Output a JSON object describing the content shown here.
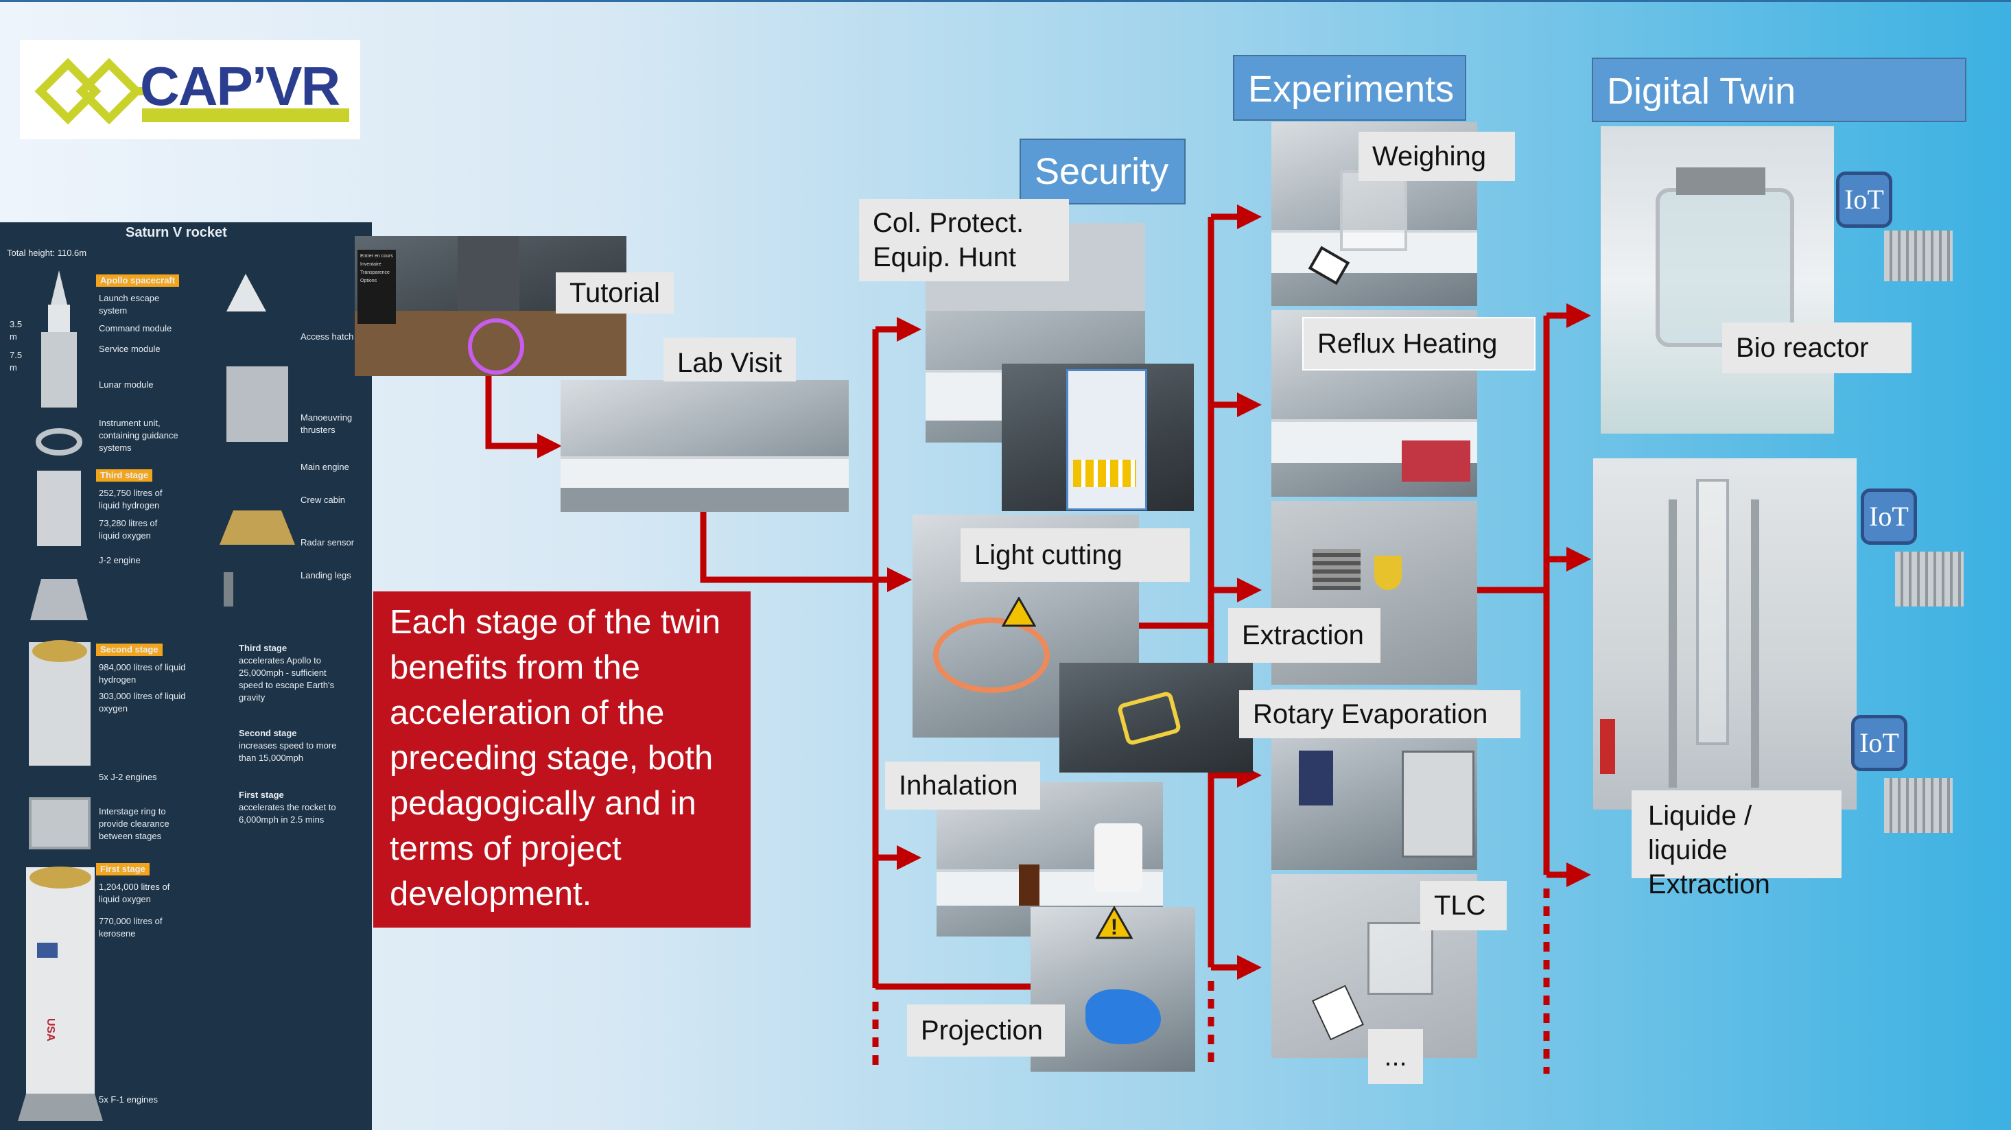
{
  "logo_text": "CAP’VR",
  "saturn": {
    "title": "Saturn V rocket",
    "total_height": "Total height: 110.6m",
    "dim1": "3.5 m",
    "dim2": "7.5 m",
    "apollo_tag": "Apollo spacecraft",
    "launch_escape": "Launch escape system",
    "command_module": "Command module",
    "service_module": "Service module",
    "lunar_module": "Lunar module",
    "instrument_unit": "Instrument unit, containing guidance systems",
    "access_hatch": "Access hatch",
    "manoeuvring": "Manoeuvring thrusters",
    "main_engine": "Main engine",
    "crew_cabin": "Crew cabin",
    "radar_sensor": "Radar sensor",
    "landing_legs": "Landing legs",
    "third_stage_tag": "Third stage",
    "third_stage_h": "252,750 litres of liquid hydrogen",
    "third_stage_o": "73,280 litres of liquid oxygen",
    "j2_engine": "J-2 engine",
    "second_stage_tag": "Second stage",
    "second_stage_h": "984,000 litres of liquid hydrogen",
    "second_stage_o": "303,000 litres of liquid oxygen",
    "five_j2": "5x J-2 engines",
    "interstage": "Interstage ring to provide clearance between stages",
    "first_stage_tag": "First stage",
    "first_stage_o": "1,204,000 litres of liquid oxygen",
    "first_stage_k": "770,000 litres of kerosene",
    "five_f1": "5x F-1 engines",
    "info_third_title": "Third stage",
    "info_third": "accelerates Apollo to 25,000mph - sufficient speed to escape Earth's gravity",
    "info_second_title": "Second stage",
    "info_second": "increases speed to more than 15,000mph",
    "info_first_title": "First stage",
    "info_first": "accelerates the rocket to 6,000mph in 2.5 mins",
    "usa": "USA"
  },
  "tutorial_menu": [
    "Entrer en cours",
    "Inventaire",
    "Transparence",
    "Options"
  ],
  "labels": {
    "tutorial": "Tutorial",
    "lab_visit": "Lab Visit",
    "security": "Security",
    "col_protect": "Col. Protect.",
    "equip_hunt": "Equip. Hunt",
    "light_cutting": "Light cutting",
    "inhalation": "Inhalation",
    "projection": "Projection",
    "experiments": "Experiments",
    "weighing": "Weighing",
    "reflux": "Reflux Heating",
    "extraction": "Extraction",
    "rotary": "Rotary Evaporation",
    "tlc": "TLC",
    "ellipsis": "...",
    "digital_twin": "Digital Twin",
    "bio_reactor": "Bio reactor",
    "liquide1": "Liquide /  liquide",
    "liquide2": "Extraction",
    "iot": "IoT"
  },
  "statement": "Each stage of the twin benefits from the acceleration of the preceding stage, both pedagogically and in terms of project development.",
  "colors": {
    "arrow": "#c00000",
    "header_blue": "#5b9bd5",
    "statement_red": "#c0121c"
  }
}
